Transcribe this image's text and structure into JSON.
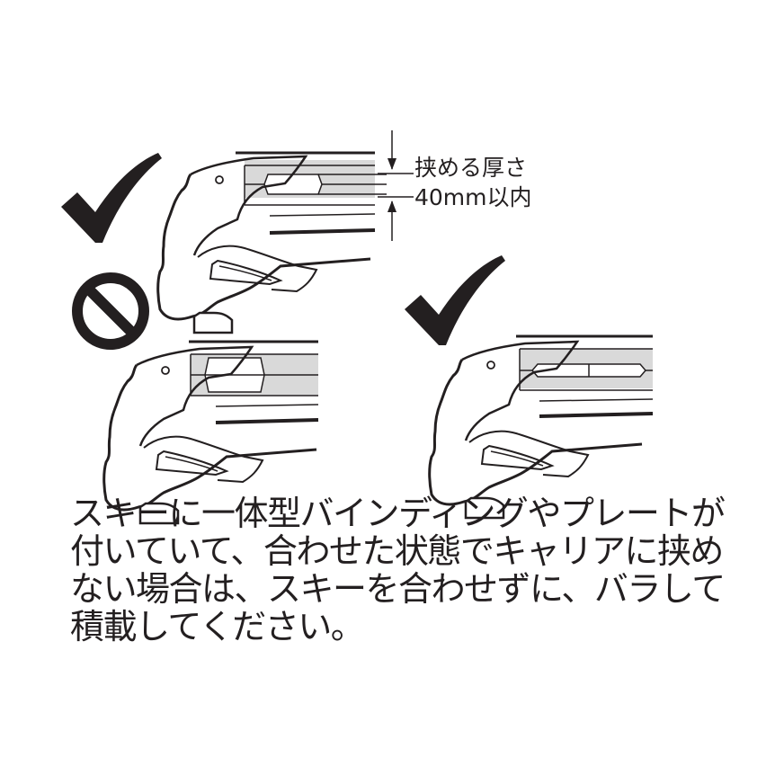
{
  "diagram": {
    "title": "Ski carrier loading thickness guide",
    "colors": {
      "ink": "#231f20",
      "ski_fill": "#d9d9d9",
      "background": "#ffffff"
    },
    "panels": [
      {
        "id": "top",
        "status": "ok",
        "icon": "checkmark-icon",
        "ski_arrangement": "paired skis, thin"
      },
      {
        "id": "bottom-left",
        "status": "prohibited",
        "icon": "prohibited-icon",
        "ski_arrangement": "paired skis with thick binding/plate"
      },
      {
        "id": "bottom-right",
        "status": "ok",
        "icon": "checkmark-icon",
        "ski_arrangement": "single skis laid separately"
      }
    ],
    "dimension_label": {
      "line1": "挟める厚さ",
      "line2": "40mm以内"
    },
    "instruction": {
      "lines": [
        "スキーに一体型バインディングやプレートが",
        "付いていて、合わせた状態でキャリアに挟め",
        "ない場合は、スキーを合わせずに、バラして",
        "積載してください。"
      ]
    }
  }
}
